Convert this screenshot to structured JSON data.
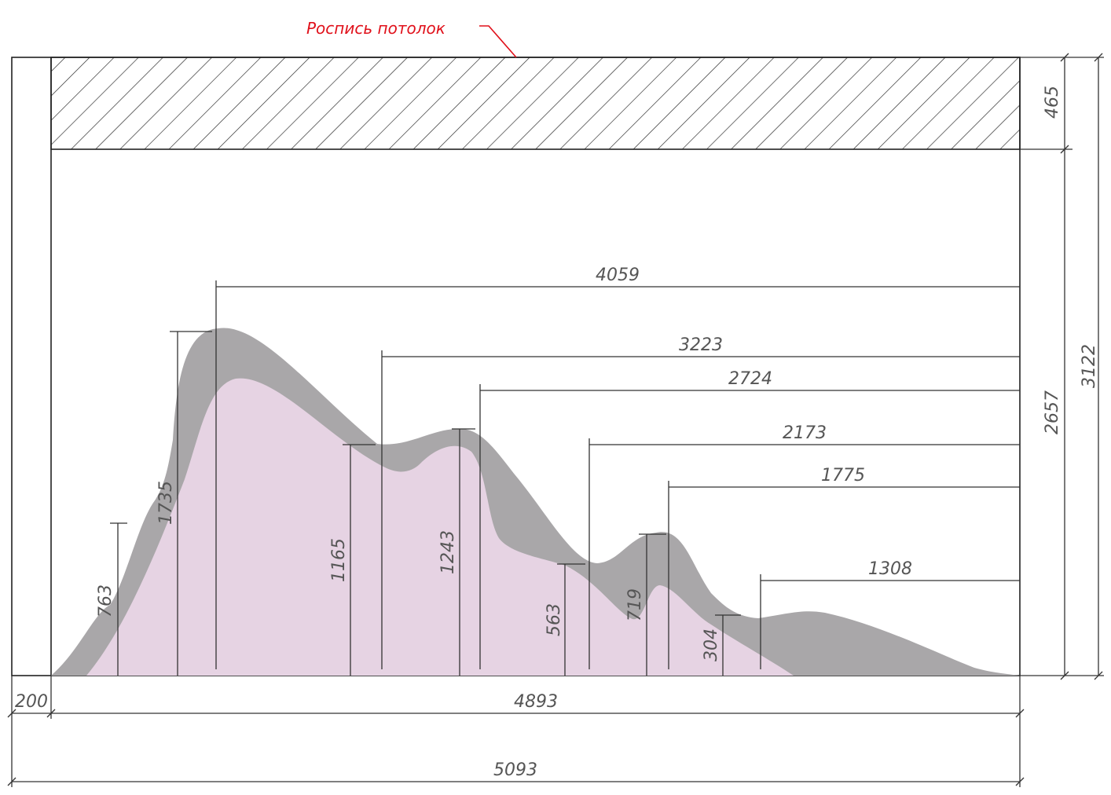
{
  "annotation": {
    "label": "Роспись потолок",
    "color": "#e0101a"
  },
  "colors": {
    "outer_mountain": "#a9a7a9",
    "inner_mountain": "#e6d3e3",
    "hatch": "#222222",
    "dimension_text": "#555555"
  },
  "dimensions": {
    "ceiling_band_height": "465",
    "wall_height": "2657",
    "total_height": "3122",
    "left_offset": "200",
    "wall_width": "4893",
    "total_width": "5093",
    "horizontal": [
      "4059",
      "3223",
      "2724",
      "2173",
      "1775",
      "1308"
    ],
    "vertical": [
      "763",
      "1735",
      "1165",
      "1243",
      "563",
      "719",
      "304"
    ]
  }
}
